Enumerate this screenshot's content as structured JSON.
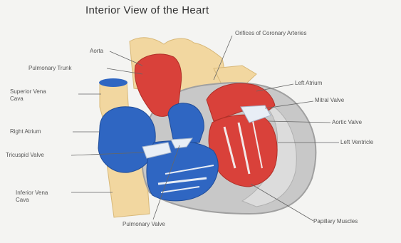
{
  "title": "Interior View of the Heart",
  "labels": {
    "orifices": "Orifices of Coronary Arteries",
    "aorta": "Aorta",
    "pulmonary_trunk": "Pulmonary Trunk",
    "superior_vena_cava": "Superior Vena\nCava",
    "right_atrium": "Right Atrium",
    "tricuspid_valve": "Tricuspid Valve",
    "inferior_vena_cava": "Inferior Vena\nCava",
    "pulmonary_valve": "Pulmonary Valve",
    "papillary_muscles": "Papillary Muscles",
    "left_atrium": "Left Atrium",
    "mitral_valve": "Mitral Valve",
    "aortic_valve": "Aortic Valve",
    "left_ventricle": "Left Ventricle"
  },
  "colors": {
    "oxygenated": "#d9413a",
    "deoxygenated": "#2f66c2",
    "tissue": "#f2d7a0",
    "wall": "#c8c8c8",
    "wall_dark": "#9a9a9a",
    "leader": "#666666"
  }
}
